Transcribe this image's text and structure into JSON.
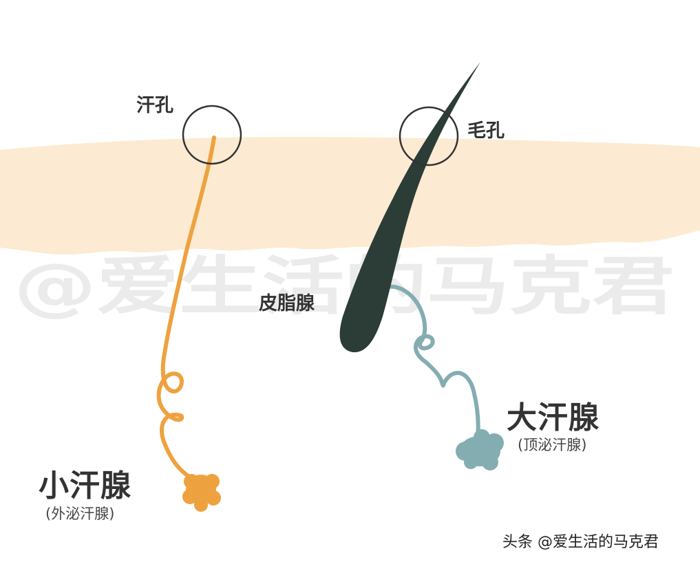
{
  "labels": {
    "sweat_pore": "汗孔",
    "hair_pore": "毛孔",
    "sebaceous_gland": "皮脂腺",
    "eccrine_title": "小汗腺",
    "eccrine_subtitle": "(外泌汗腺)",
    "apocrine_title": "大汗腺",
    "apocrine_subtitle": "(顶泌汗腺)"
  },
  "watermark": "@爱生活的马克君",
  "footer_credit": "头条 @爱生活的马克君",
  "colors": {
    "skin": "#fcebd2",
    "eccrine": "#eea23f",
    "apocrine": "#84adb2",
    "hair": "#2c3c36",
    "circle": "#333333",
    "text": "#333333",
    "watermark": "#e8e8e8"
  }
}
